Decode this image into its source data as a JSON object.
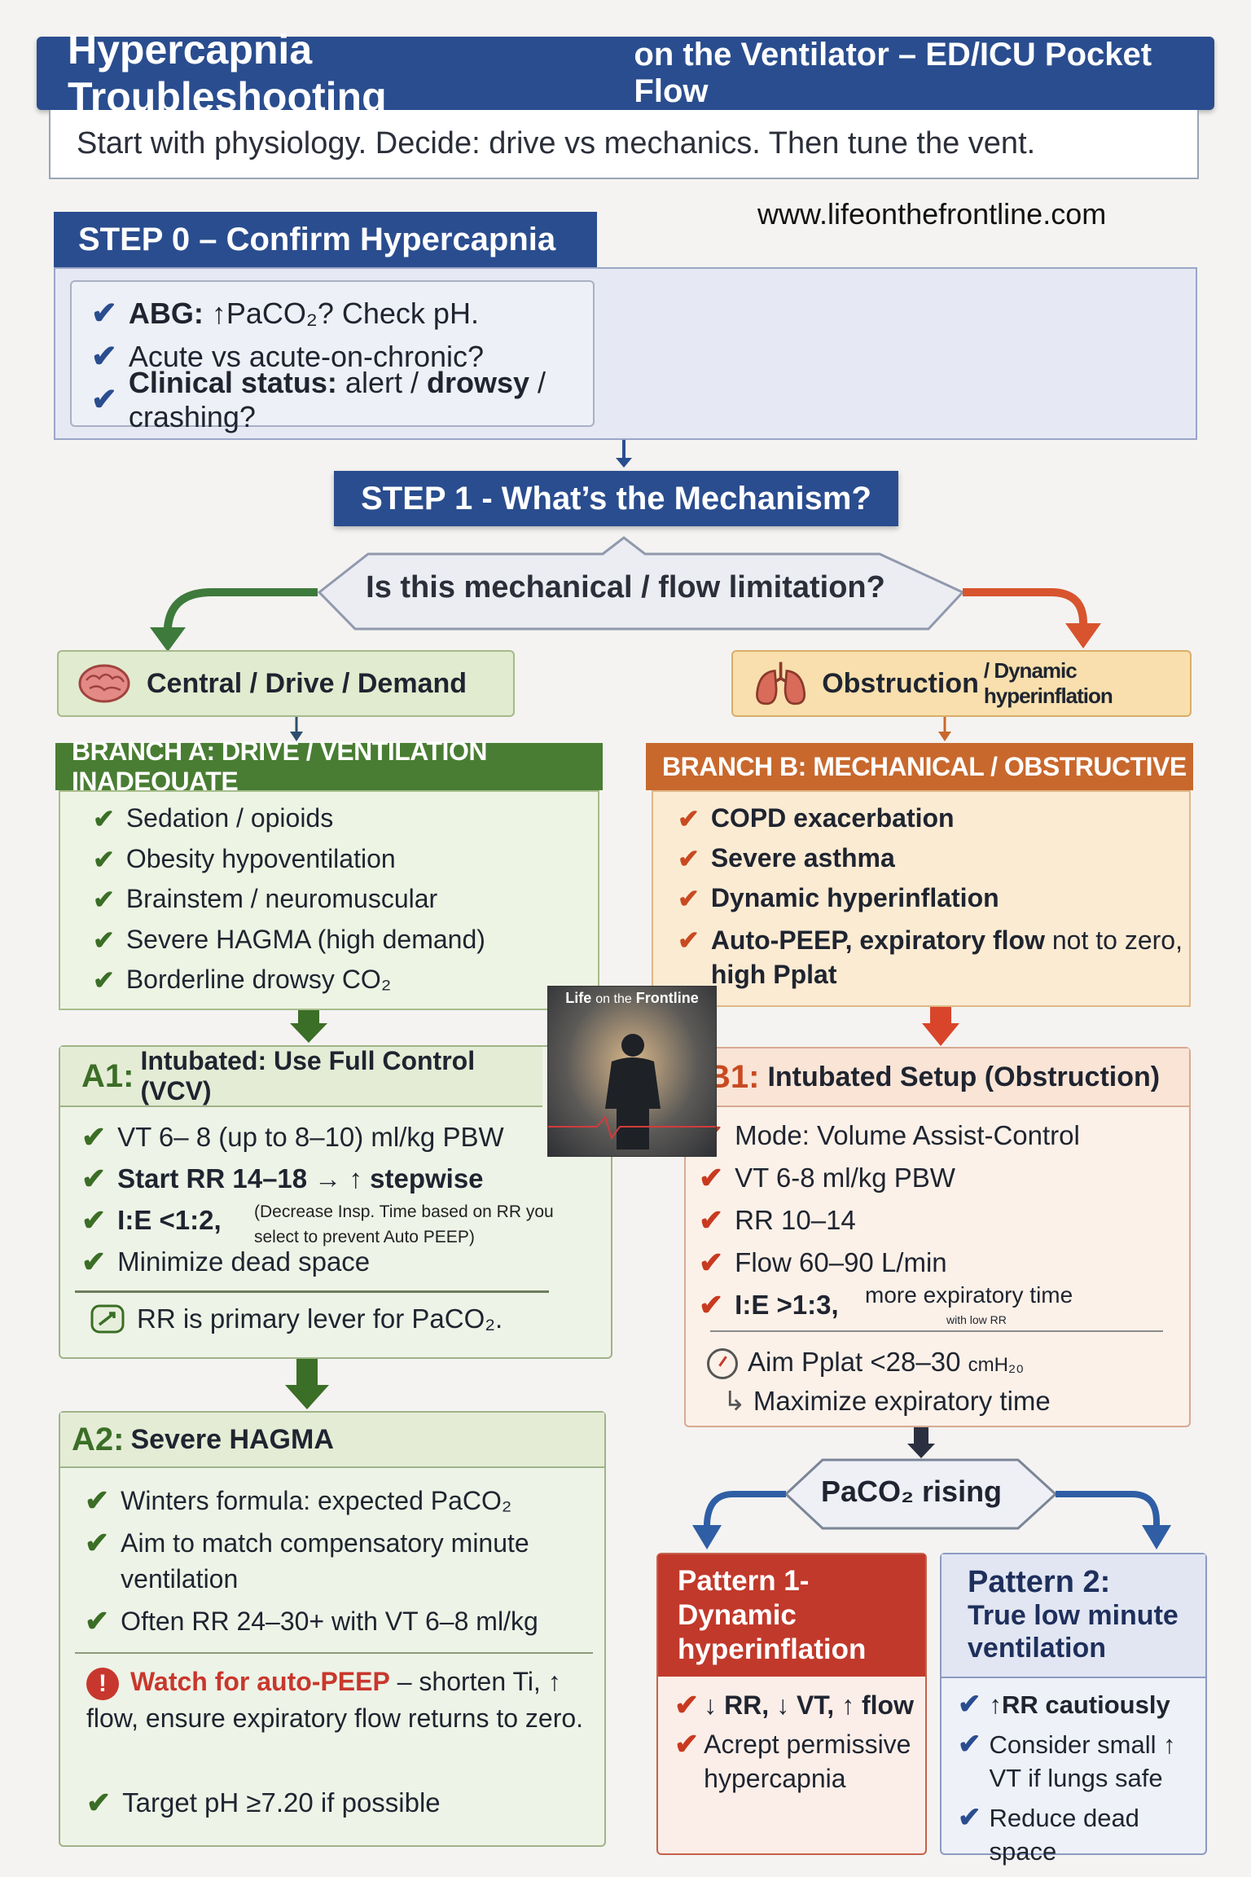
{
  "title": {
    "main": "Hypercapnia Troubleshooting",
    "rest": "on the Ventilator – ED/ICU Pocket Flow",
    "subtitle": "Start with physiology. Decide: drive vs mechanics. Then tune the vent."
  },
  "website": "www.lifeonthefrontline.com",
  "step0": {
    "heading": "STEP 0 – Confirm Hypercapnia",
    "items": [
      {
        "bold": "ABG:",
        "text": "↑PaCO₂? Check pH."
      },
      {
        "bold": "",
        "text": "Acute vs acute-on-chronic?"
      },
      {
        "bold": "Clinical status:",
        "text": "alert / ",
        "bold2": "drowsy",
        "text2": " / crashing?"
      }
    ]
  },
  "step1": {
    "heading": "STEP 1 - What’s the Mechanism?",
    "question": "Is this mechanical / flow limitation?"
  },
  "central": {
    "label": "Central / Drive / Demand"
  },
  "obstruction": {
    "label": "Obstruction",
    "sublabel": "/ Dynamic hyperinflation"
  },
  "branchA": {
    "heading": "BRANCH A: DRIVE / VENTILATION INADEQUATE",
    "items": [
      "Sedation / opioids",
      "Obesity hypoventilation",
      "Brainstem / neuromuscular",
      "Severe HAGMA (high demand)",
      "Borderline drowsy CO₂"
    ]
  },
  "branchB": {
    "heading": "BRANCH B: MECHANICAL / OBSTRUCTIVE",
    "items": [
      {
        "text": "COPD exacerbation"
      },
      {
        "text": "Severe asthma"
      },
      {
        "text": "Dynamic hyperinflation"
      },
      {
        "text": "Auto-PEEP, expiratory flow",
        "normal": " not to zero,",
        "line2": "high Pplat"
      }
    ]
  },
  "a1": {
    "tag": "A1:",
    "heading": "Intubated: Use Full Control (VCV)",
    "items": [
      "VT 6– 8 (up to  8–10) ml/kg PBW",
      "Start RR 14–18 → ↑ stepwise",
      "I:E <1:2,",
      "Minimize dead space"
    ],
    "ie_note": "(Decrease Insp. Time based on RR you select to prevent Auto PEEP)",
    "tip": "RR is primary lever for PaCO₂."
  },
  "a2": {
    "tag": "A2:",
    "heading": "Severe HAGMA",
    "items": [
      "Winters formula: expected PaCO₂",
      "Aim to match compensatory minute ventilation",
      "Often RR 24–30+ with VT 6–8 ml/kg"
    ],
    "warn_bold": "Watch for auto-PEEP",
    "warn_text": " – shorten Ti, ↑ flow, ensure expiratory flow returns to zero.",
    "target": "Target pH ≥7.20 if possible"
  },
  "b1": {
    "tag": "B1:",
    "heading": "Intubated Setup (Obstruction)",
    "items": [
      "Mode: Volume Assist-Control",
      "VT 6-8 ml/kg PBW",
      "RR 10–14",
      "Flow 60–90 L/min",
      "I:E >1:3,"
    ],
    "ie_note": "more expiratory time",
    "ie_small": "with low RR",
    "aim": "Aim  Pplat <28–30",
    "aim_unit": "cmH₂₀",
    "maximize": "Maximize expiratory time"
  },
  "paco2": {
    "label": "PaCO₂ rising"
  },
  "pattern1": {
    "heading": "Pattern 1- Dynamic hyperinflation",
    "items": [
      "↓ RR, ↓ VT, ↑ flow",
      "Acrept permissive hypercapnia"
    ]
  },
  "pattern2": {
    "heading_a": "Pattern 2:",
    "heading_b": "True low minute ventilation",
    "items": [
      "↑RR cautiously",
      "Consider small ↑ VT if lungs safe",
      "Reduce dead space"
    ]
  },
  "photo": {
    "label_a": "Life",
    "label_b": "on the",
    "label_c": "Frontline"
  },
  "colors": {
    "navy": "#2a4d8f",
    "green": "#497d33",
    "orange": "#c8682d",
    "red": "#c1392b",
    "blue_arrow": "#3866a8"
  },
  "icons": {
    "check": "✔",
    "brain": "brain-icon",
    "lungs": "lungs-icon",
    "warn": "!"
  }
}
